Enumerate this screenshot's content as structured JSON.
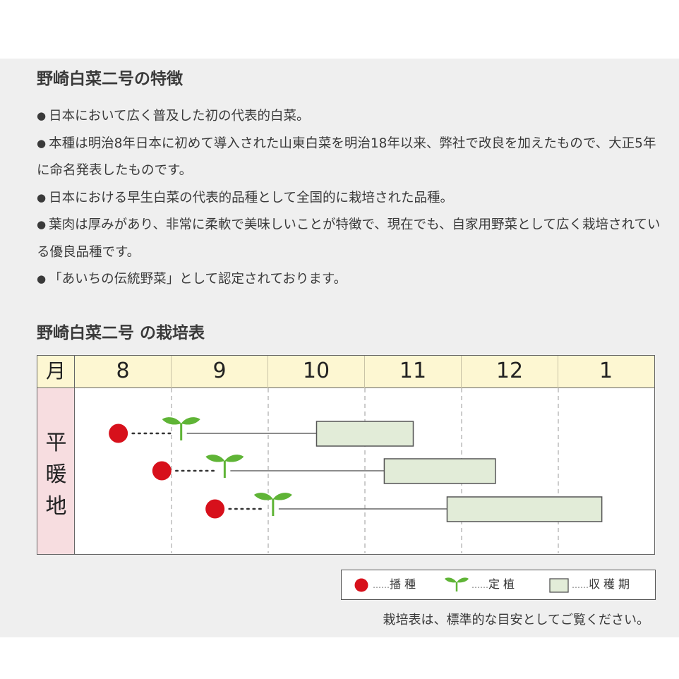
{
  "features_title": "野崎白菜二号の特徴",
  "features": [
    {
      "bullet": "●",
      "text": "日本において広く普及した初の代表的白菜。"
    },
    {
      "bullet": "●",
      "text": "本種は明治8年日本に初めて導入された山東白菜を明治18年以来、弊社で改良を加えたもので、大正5年に命名発表したものです。"
    },
    {
      "bullet": "●",
      "text": "日本における早生白菜の代表的品種として全国的に栽培された品種。"
    },
    {
      "bullet": "●",
      "text": "葉肉は厚みがあり、非常に柔軟で美味しいことが特徴で、現在でも、自家用野菜として広く栽培されている優良品種です。"
    },
    {
      "bullet": "●",
      "text": "「あいちの伝統野菜」として認定されております。"
    }
  ],
  "schedule_title": "野崎白菜二号 の栽培表",
  "table": {
    "month_header": "月",
    "months": [
      "8",
      "9",
      "10",
      "11",
      "12",
      "1"
    ],
    "region": [
      "平",
      "暖",
      "地"
    ]
  },
  "chart_data": {
    "type": "table",
    "description_axis": "month",
    "months": [
      "8",
      "9",
      "10",
      "11",
      "12",
      "1"
    ],
    "rows": [
      {
        "sowing": 8.45,
        "planting": 9.1,
        "harvest_start": 10.5,
        "harvest_end": 11.5
      },
      {
        "sowing": 8.9,
        "planting": 9.55,
        "harvest_start": 11.2,
        "harvest_end": 12.35
      },
      {
        "sowing": 9.45,
        "planting": 10.05,
        "harvest_start": 11.85,
        "harvest_end": 13.45
      }
    ],
    "colors": {
      "sowing": "#d7101b",
      "planting": "#5fb436",
      "harvest_fill": "#e2ecd8",
      "harvest_border": "#555555",
      "line": "#666666"
    }
  },
  "legend": {
    "sowing": "播種",
    "planting": "定植",
    "harvest": "収穫期",
    "dots": "……"
  },
  "note": "栽培表は、標準的な目安としてご覧ください。"
}
